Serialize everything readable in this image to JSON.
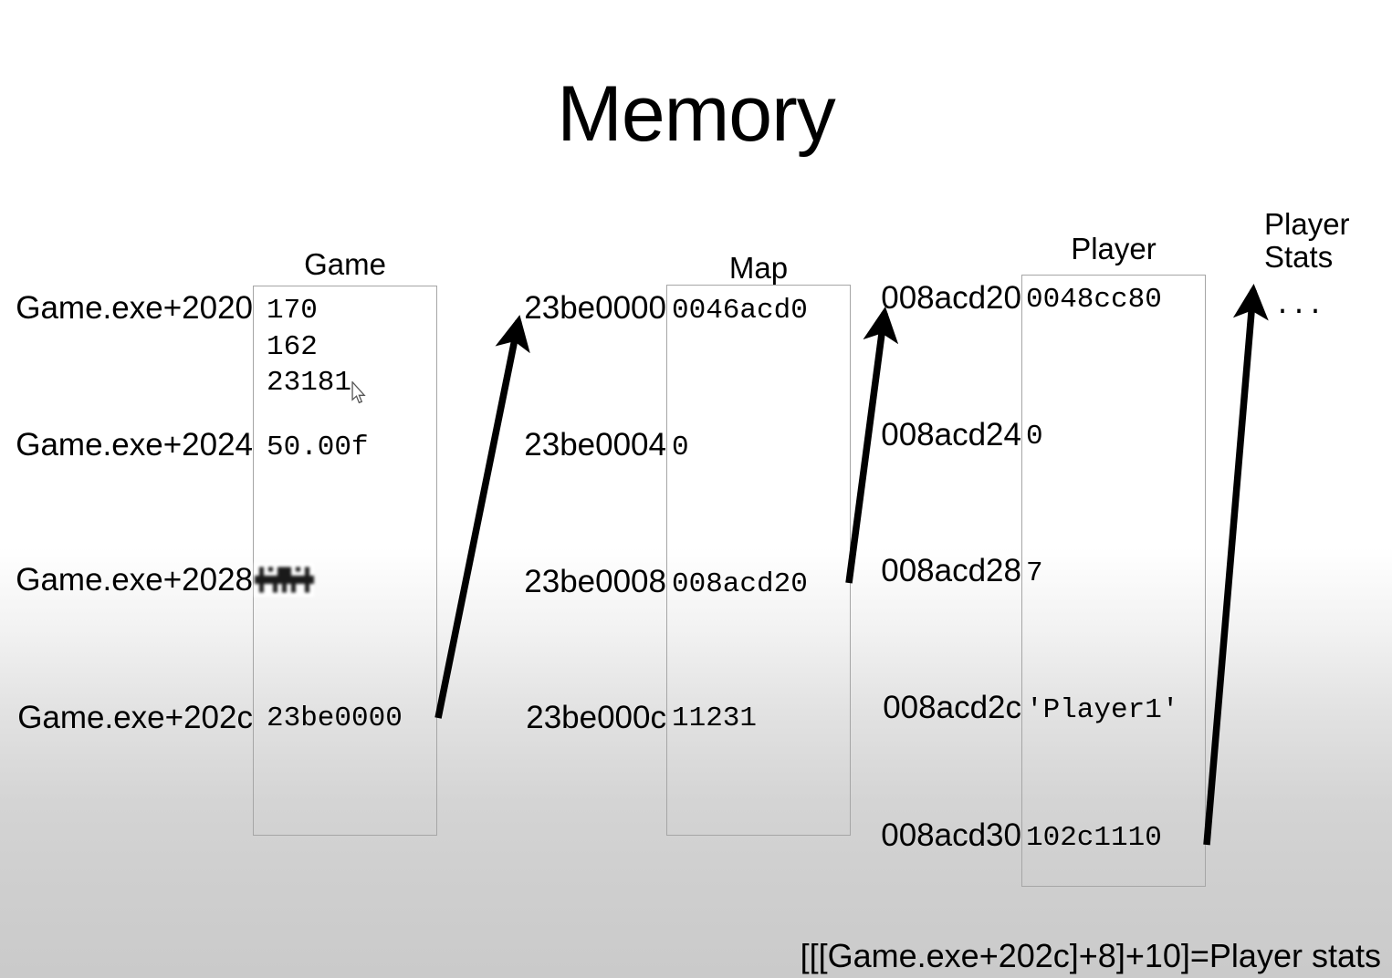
{
  "title": "Memory",
  "columns": {
    "game": {
      "heading": "Game",
      "rows": [
        {
          "address": "Game.exe+2020",
          "value": "170"
        },
        {
          "address": "",
          "value": "162"
        },
        {
          "address": "",
          "value": "23181"
        },
        {
          "address": "Game.exe+2024",
          "value": "50.00f"
        },
        {
          "address": "Game.exe+2028",
          "value": ""
        },
        {
          "address": "Game.exe+202c",
          "value": "23be0000"
        }
      ]
    },
    "map": {
      "heading": "Map",
      "rows": [
        {
          "address": "23be0000",
          "value": "0046acd0"
        },
        {
          "address": "23be0004",
          "value": "0"
        },
        {
          "address": "23be0008",
          "value": "008acd20"
        },
        {
          "address": "23be000c",
          "value": "11231"
        }
      ]
    },
    "player": {
      "heading": "Player",
      "rows": [
        {
          "address": "008acd20",
          "value": "0048cc80"
        },
        {
          "address": "008acd24",
          "value": "0"
        },
        {
          "address": "008acd28",
          "value": "7"
        },
        {
          "address": "008acd2c",
          "value": "'Player1'"
        },
        {
          "address": "008acd30",
          "value": "102c1110"
        }
      ]
    },
    "player_stats": {
      "heading": "Player\nStats",
      "value": "..."
    }
  },
  "sprite": {
    "label": "pixelated-sprite",
    "color": "#1a1a1a"
  },
  "arrows": [
    {
      "name": "game-to-map",
      "from_label": "Game.exe+202c value 23be0000",
      "to_label": "Map base 23be0000"
    },
    {
      "name": "map-to-player",
      "from_label": "23be0008 value 008acd20",
      "to_label": "Player base 008acd20"
    },
    {
      "name": "player-to-playerstats",
      "from_label": "008acd30 value 102c1110",
      "to_label": "Player Stats"
    }
  ],
  "footer": {
    "formula": "[[[Game.exe+202c]+8]+10]=Player stats"
  },
  "colors": {
    "box_border": "#a6a6a6",
    "text": "#000000",
    "background_top": "#ffffff",
    "background_bottom": "#cacaca",
    "arrow": "#000000"
  }
}
